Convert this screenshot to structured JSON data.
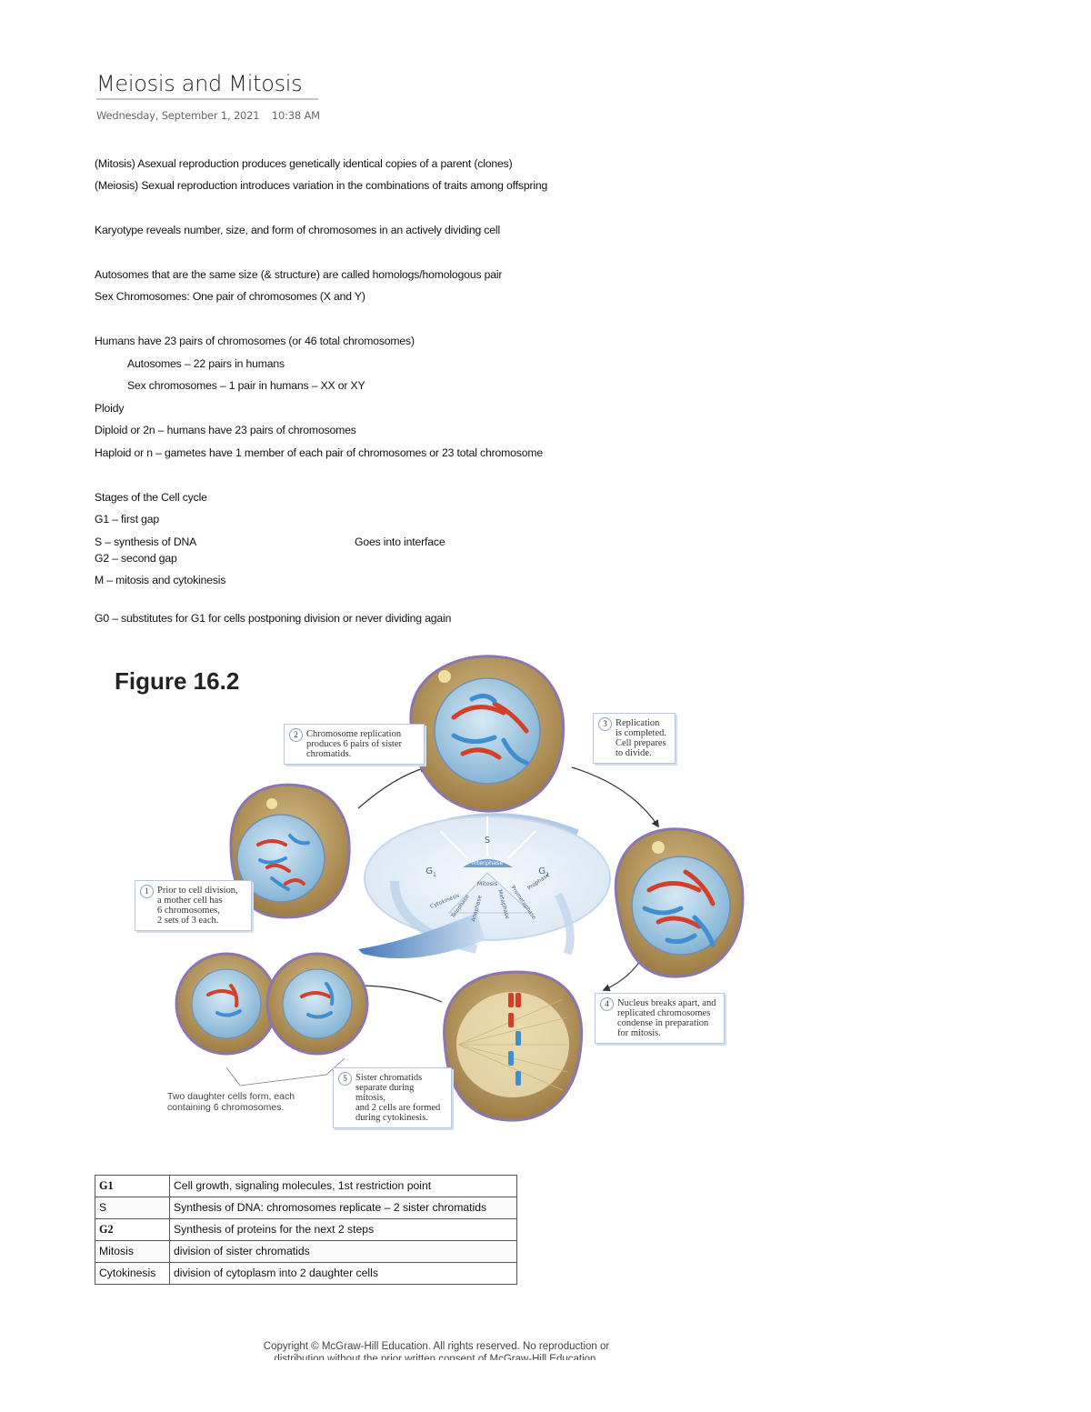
{
  "page": {
    "title": "Meiosis and Mitosis",
    "date": "Wednesday, September 1, 2021",
    "time": "10:38 AM"
  },
  "notes": [
    "(Mitosis) Asexual reproduction produces genetically identical copies of a parent (clones)",
    "(Meiosis) Sexual reproduction introduces variation in the combinations of traits among offspring",
    "Karyotype reveals number, size, and form of chromosomes in an actively dividing cell",
    "Autosomes that are the same size (& structure) are called homologs/homologous pair",
    "Sex Chromosomes: One pair of chromosomes (X and Y)",
    "Humans have 23 pairs of chromosomes (or 46 total chromosomes)",
    "Autosomes – 22 pairs in humans",
    "Sex chromosomes – 1 pair in humans – XX or XY",
    "Ploidy",
    "Diploid or 2n – humans have 23 pairs of chromosomes",
    "Haploid or n – gametes have 1 member of each pair of chromosomes or 23 total chromosome",
    "Stages of the Cell cycle",
    "G1 – first gap",
    "S – synthesis of DNA",
    "Goes into interface",
    "G2 – second gap",
    "M – mitosis and cytokinesis",
    "G0 – substitutes for G1 for cells postponing division or never dividing again"
  ],
  "figure": {
    "title": "Figure 16.2",
    "callouts": [
      {
        "num": "1",
        "lines": [
          "Prior to cell division,",
          "a mother cell has",
          "6 chromosomes,",
          "2 sets of 3 each."
        ]
      },
      {
        "num": "2",
        "lines": [
          "Chromosome replication",
          "produces 6 pairs of sister",
          "chromatids."
        ]
      },
      {
        "num": "3",
        "lines": [
          "Replication",
          "is completed.",
          "Cell prepares",
          "to divide."
        ]
      },
      {
        "num": "4",
        "lines": [
          "Nucleus breaks apart, and",
          "replicated chromosomes",
          "condense in preparation",
          "for mitosis."
        ]
      },
      {
        "num": "5",
        "lines": [
          "Sister chromatids",
          "separate during mitosis,",
          "and 2 cells are formed",
          "during cytokinesis."
        ]
      }
    ],
    "daughter_caption": [
      "Two daughter cells form, each",
      "containing 6 chromosomes."
    ],
    "wheel": {
      "s": "S",
      "g1": "G",
      "g1_sub": "1",
      "g2": "G",
      "g2_sub": "2",
      "interphase": "Interphase",
      "mitosis": "Mitosis",
      "phases": [
        "Cytokinesis",
        "Telophase",
        "Anaphase",
        "Metaphase",
        "Prometaphase",
        "Prophase"
      ]
    },
    "copyright": [
      "Copyright © McGraw-Hill Education. All rights reserved. No reproduction or",
      "distribution without the prior written consent of McGraw-Hill Education."
    ]
  },
  "table": {
    "rows": [
      {
        "stage": "G1",
        "desc": "Cell growth, signaling molecules, 1st restriction point"
      },
      {
        "stage": "S",
        "desc": "Synthesis of DNA: chromosomes replicate – 2 sister chromatids"
      },
      {
        "stage": "G2",
        "desc": "Synthesis of proteins for the next 2 steps"
      },
      {
        "stage": "Mitosis",
        "desc": "division of sister chromatids"
      },
      {
        "stage": "Cytokinesis",
        "desc": "division of cytoplasm into 2 daughter cells"
      }
    ]
  },
  "colors": {
    "cell_outer": "#b99a62",
    "cell_membrane": "#8e78b0",
    "nucleus": "#9cc3dd",
    "chromosome_red": "#d2402a",
    "chromosome_blue": "#3f8fd0",
    "cycle_arrow": "#4f86c4"
  }
}
